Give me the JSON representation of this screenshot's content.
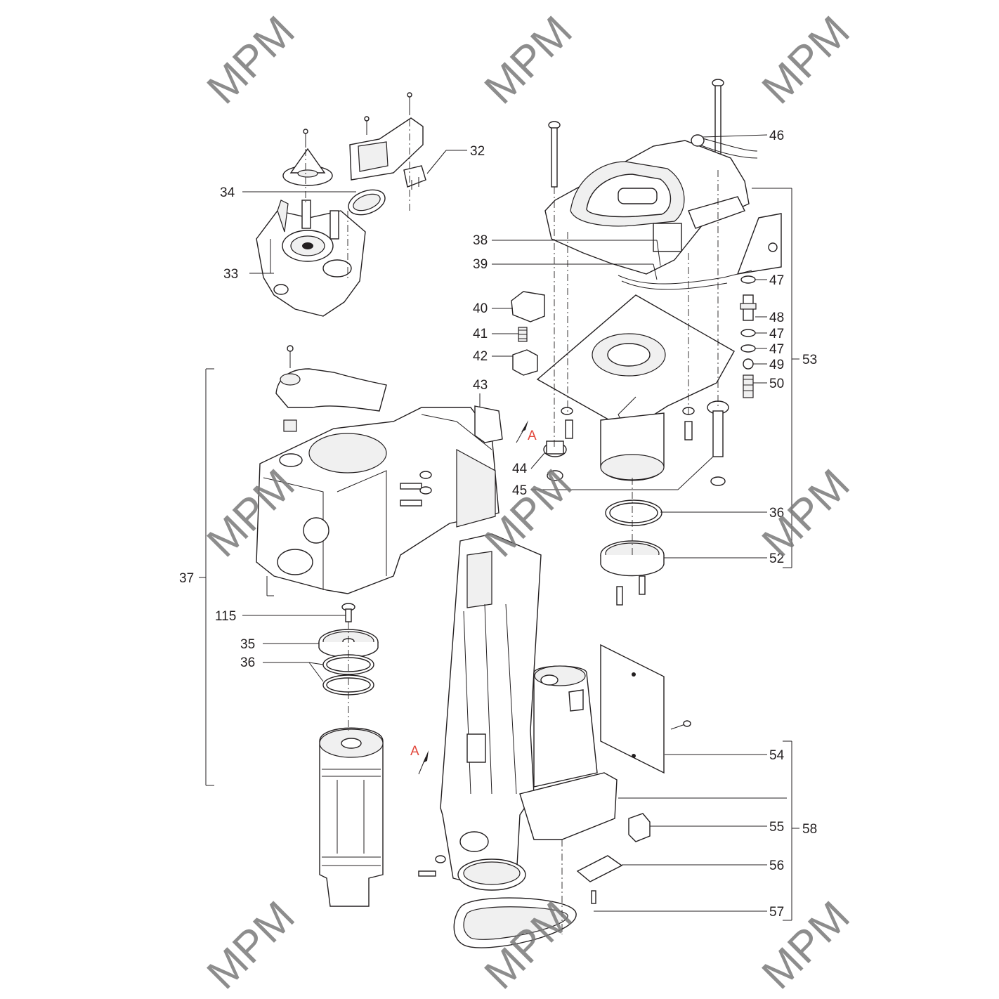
{
  "callouts": {
    "c32": "32",
    "c33": "33",
    "c34": "34",
    "c35": "35",
    "c36a": "36",
    "c36b": "36",
    "c37": "37",
    "c38": "38",
    "c39": "39",
    "c40": "40",
    "c41": "41",
    "c42": "42",
    "c43": "43",
    "c44": "44",
    "c45": "45",
    "c46": "46",
    "c47a": "47",
    "c47b": "47",
    "c47c": "47",
    "c48": "48",
    "c49": "49",
    "c50": "50",
    "c52": "52",
    "c53": "53",
    "c54": "54",
    "c55": "55",
    "c56": "56",
    "c57": "57",
    "c58": "58",
    "c115": "115"
  },
  "section_markers": {
    "upper": "A",
    "lower": "A"
  },
  "watermark": "MPM",
  "colors": {
    "line": "#231f20",
    "section_marker": "#e2463a",
    "watermark": "#7a7a7a"
  }
}
